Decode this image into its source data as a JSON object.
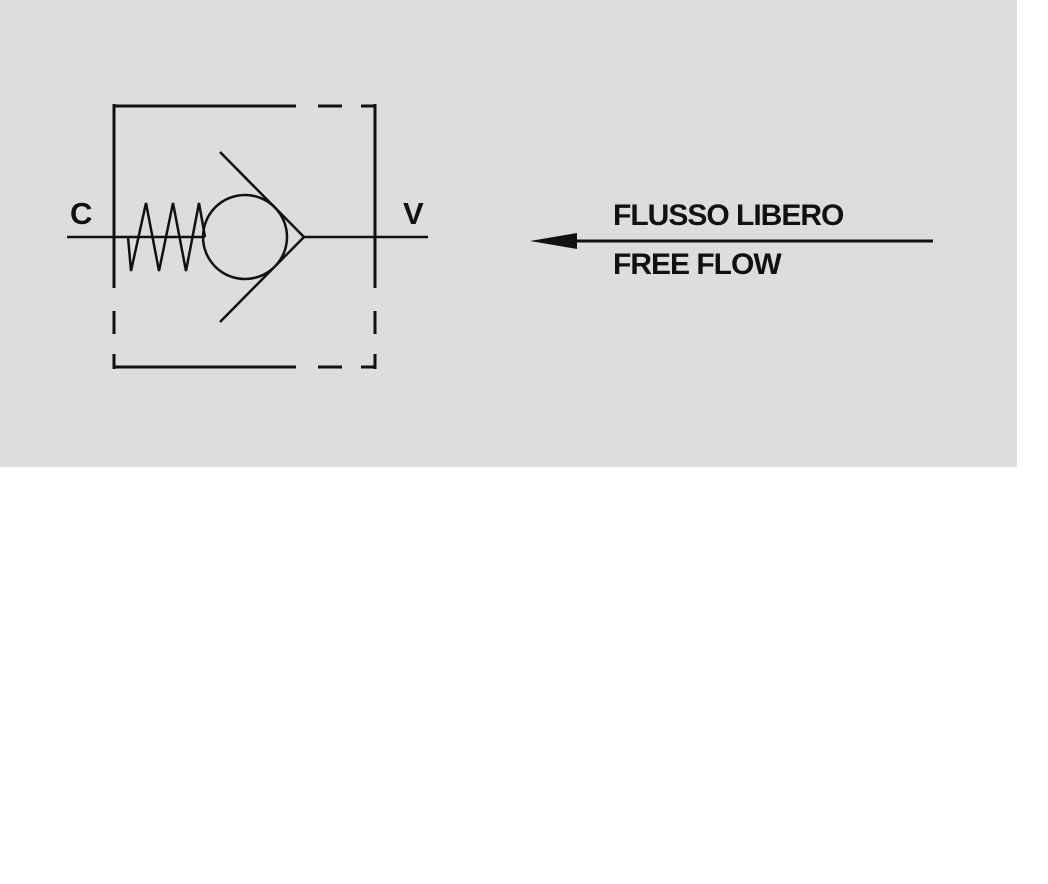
{
  "ports": {
    "inlet": "C",
    "outlet": "V"
  },
  "flow_label": {
    "line1": "FLUSSO LIBERO",
    "line2": "FREE FLOW"
  },
  "colors": {
    "panel_background": "#dcdddf",
    "stroke": "#111111"
  }
}
